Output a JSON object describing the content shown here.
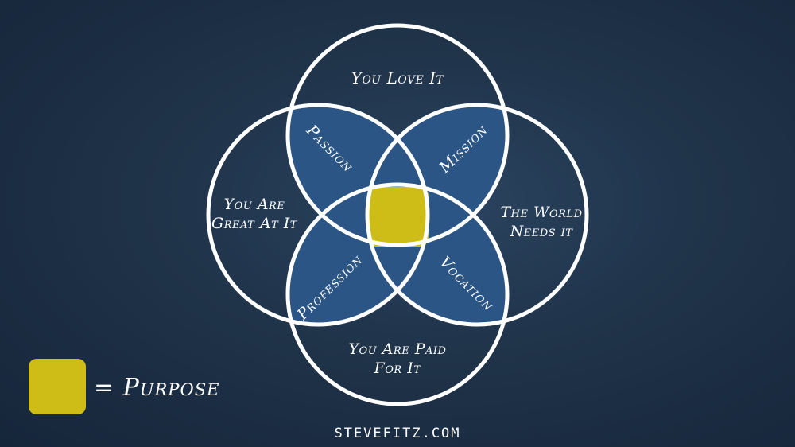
{
  "diagram": {
    "circles": {
      "top": "You Love It",
      "left_line1": "You Are",
      "left_line2": "Great At It",
      "right_line1": "The World",
      "right_line2": "Needs it",
      "bottom_line1": "You Are Paid",
      "bottom_line2": "For It"
    },
    "overlaps": {
      "passion": "Passion",
      "mission": "Mission",
      "profession": "Profession",
      "vocation": "Vocation"
    },
    "center": "Purpose"
  },
  "legend": {
    "text": "= Purpose"
  },
  "footer": "stevefitz.com",
  "colors": {
    "background": "#1f3349",
    "overlap_fill": "#2a5585",
    "circle_stroke": "#ffffff",
    "purpose": "#cdbd16"
  }
}
